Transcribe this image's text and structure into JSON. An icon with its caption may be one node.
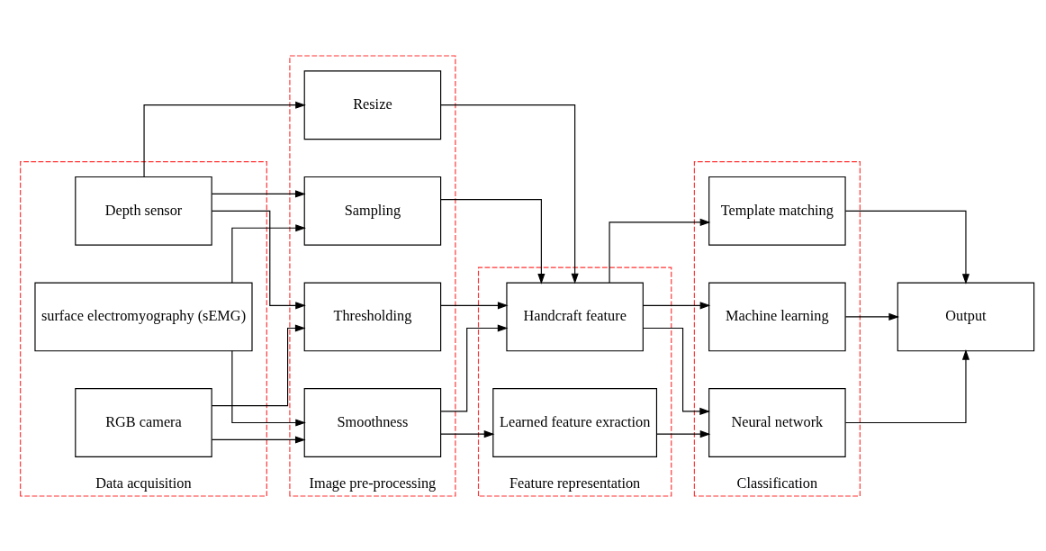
{
  "diagram": {
    "nodes": [
      {
        "text": [
          "Data acquisition"
        ]
      },
      {
        "text": [
          "RGB camera"
        ],
        "in": 0
      },
      {
        "text": [
          "Depth sensor"
        ],
        "in": 0
      },
      {
        "text": [
          "surface electromyography (sEMG)"
        ],
        "in": 0
      },
      {
        "text": [
          "Image pre-processing"
        ]
      },
      {
        "text": [
          "Thresholding"
        ],
        "in": 4
      },
      {
        "text": [
          "Sampling"
        ],
        "in": 4
      },
      {
        "text": [
          "Resize"
        ],
        "in": 4
      },
      {
        "text": [
          "Smoothness"
        ],
        "in": 4
      },
      {
        "text": [
          "Feature representation"
        ]
      },
      {
        "text": [
          "Handcraft feature"
        ],
        "in": 9
      },
      {
        "text": [
          "Learned feature exraction"
        ],
        "in": 9
      },
      {
        "text": [
          "Classification"
        ]
      },
      {
        "text": [
          "Machine learning"
        ],
        "in": 12
      },
      {
        "text": [
          "Template matching"
        ],
        "in": 12
      },
      {
        "text": [
          "Neural network"
        ],
        "in": 12
      },
      {
        "text": [
          "Output"
        ]
      }
    ],
    "edges": [
      {
        "from": 1,
        "to": 5,
        "arrow": "to"
      },
      {
        "from": 1,
        "to": 8,
        "arrow": "to"
      },
      {
        "from": 2,
        "to": 5,
        "arrow": "to"
      },
      {
        "from": 2,
        "to": 6,
        "arrow": "to"
      },
      {
        "from": 2,
        "to": 7,
        "arrow": "to"
      },
      {
        "from": 3,
        "to": 6,
        "arrow": "to"
      },
      {
        "from": 3,
        "to": 8,
        "arrow": "to"
      },
      {
        "from": 5,
        "to": 10,
        "arrow": "to"
      },
      {
        "from": 6,
        "to": 10,
        "arrow": "to"
      },
      {
        "from": 7,
        "to": 10,
        "arrow": "to"
      },
      {
        "from": 8,
        "to": 10,
        "arrow": "to"
      },
      {
        "from": 8,
        "to": 11,
        "arrow": "to"
      },
      {
        "from": 10,
        "to": 13,
        "arrow": "to"
      },
      {
        "from": 10,
        "to": 14,
        "arrow": "to"
      },
      {
        "from": 10,
        "to": 15,
        "arrow": "to"
      },
      {
        "from": 11,
        "to": 15,
        "arrow": "to"
      },
      {
        "from": 13,
        "to": 16,
        "arrow": "to"
      },
      {
        "from": 14,
        "to": 16,
        "arrow": "to"
      },
      {
        "from": 15,
        "to": 16,
        "arrow": "to"
      }
    ]
  }
}
